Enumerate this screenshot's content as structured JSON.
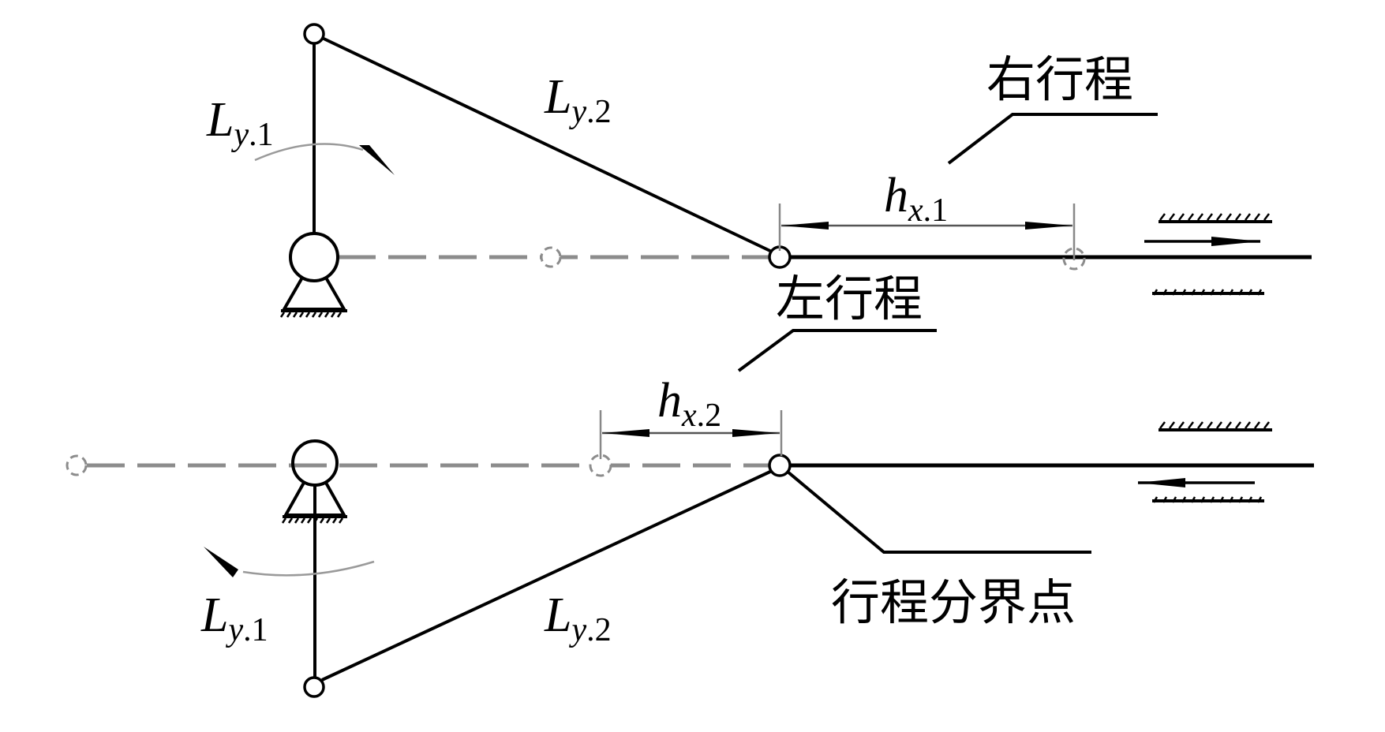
{
  "diagram": {
    "type": "crank-slider mechanism stroke diagram",
    "colors": {
      "line": "#000000",
      "dashed": "#8c8c8c",
      "background": "#ffffff"
    },
    "top_mechanism": {
      "crank_label": {
        "main": "L",
        "sub_var": "y",
        "sub_idx": ".1"
      },
      "rod_label": {
        "main": "L",
        "sub_var": "y",
        "sub_idx": ".2"
      },
      "stroke_label": {
        "main": "h",
        "sub_var": "x",
        "sub_idx": ".1"
      },
      "callout": "右行程",
      "slide_direction": "right"
    },
    "bottom_mechanism": {
      "crank_label": {
        "main": "L",
        "sub_var": "y",
        "sub_idx": ".1"
      },
      "rod_label": {
        "main": "L",
        "sub_var": "y",
        "sub_idx": ".2"
      },
      "stroke_label": {
        "main": "h",
        "sub_var": "x",
        "sub_idx": ".2"
      },
      "callout_stroke": "左行程",
      "callout_boundary": "行程分界点",
      "slide_direction": "left"
    }
  }
}
